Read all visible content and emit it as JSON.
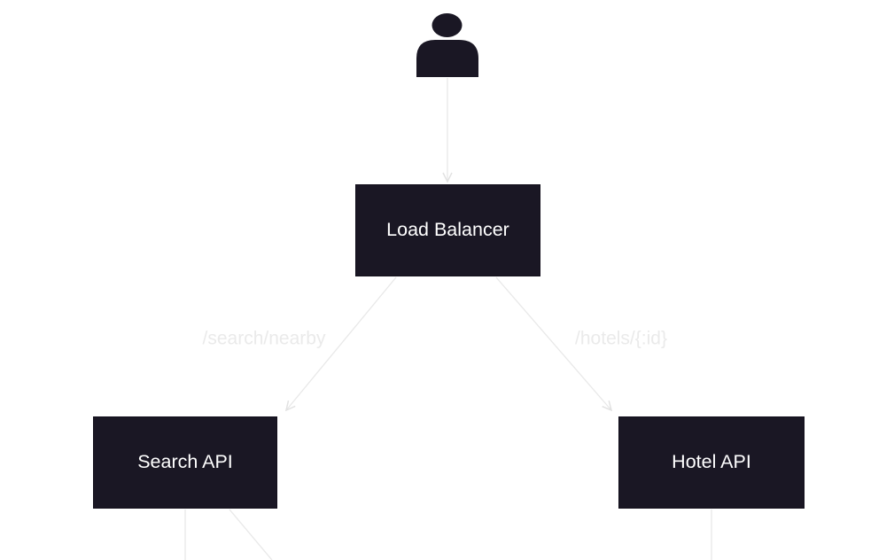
{
  "diagram": {
    "type": "flowchart",
    "nodes": [
      {
        "id": "user",
        "kind": "icon",
        "icon": "person-icon",
        "label": ""
      },
      {
        "id": "load-balancer",
        "kind": "box",
        "label": "Load Balancer"
      },
      {
        "id": "search-api",
        "kind": "box",
        "label": "Search API"
      },
      {
        "id": "hotel-api",
        "kind": "box",
        "label": "Hotel API"
      }
    ],
    "edges": [
      {
        "from": "user",
        "to": "load-balancer",
        "label": ""
      },
      {
        "from": "load-balancer",
        "to": "search-api",
        "label": "/search/nearby"
      },
      {
        "from": "load-balancer",
        "to": "hotel-api",
        "label": "/hotels/{:id}"
      },
      {
        "from": "search-api",
        "to": "offscreen-bottom",
        "label": ""
      },
      {
        "from": "search-api",
        "to": "offscreen-bottom-right",
        "label": ""
      },
      {
        "from": "hotel-api",
        "to": "offscreen-bottom",
        "label": ""
      }
    ],
    "colors": {
      "background": "#ffffff",
      "node_fill": "#1a1724",
      "node_border": "#120f1b",
      "node_text": "#ffffff",
      "edge_line": "#e8e8e8",
      "arrowhead": "#e2e2e2",
      "edge_label_text": "#eaeaea"
    }
  }
}
